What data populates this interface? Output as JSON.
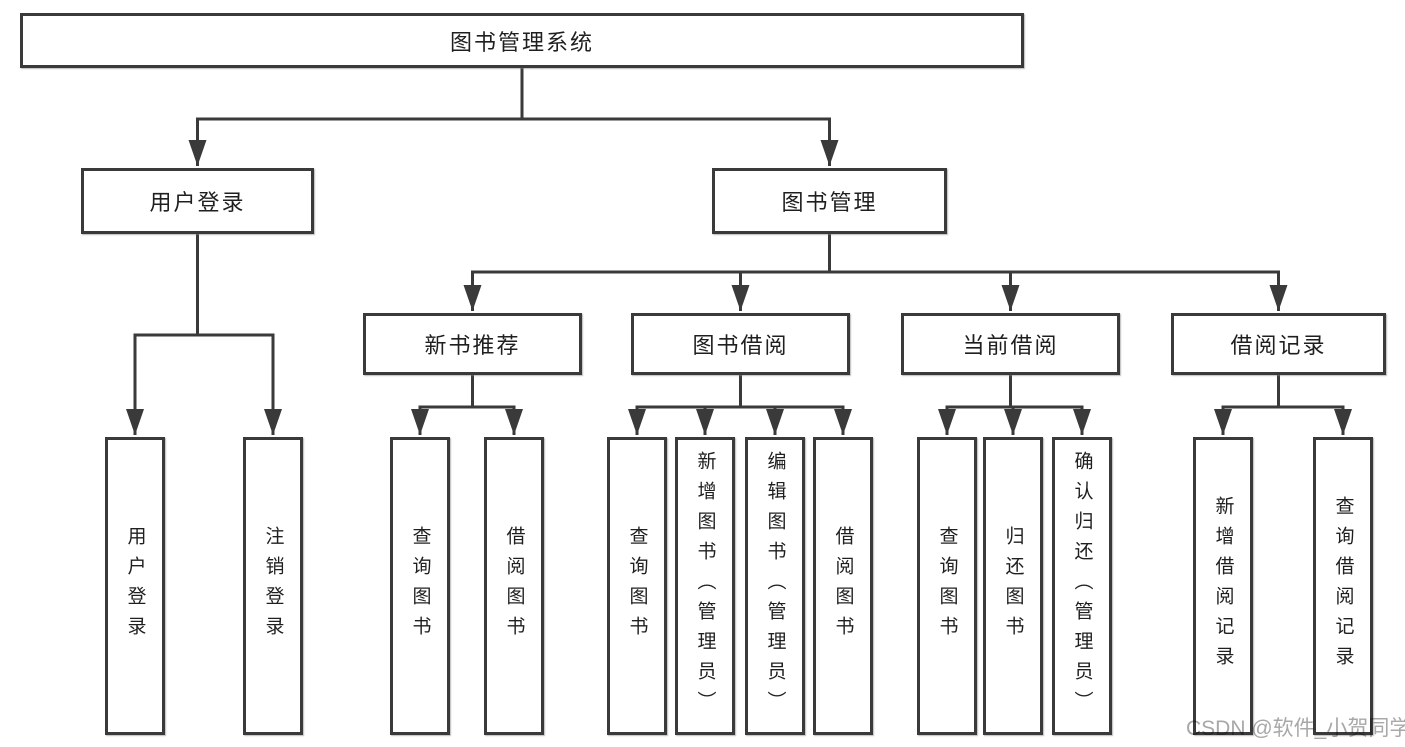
{
  "diagram": {
    "root": {
      "label": "图书管理系统"
    },
    "branches": [
      {
        "label": "用户登录",
        "children": [
          {
            "label": "用户登录"
          },
          {
            "label": "注销登录"
          }
        ]
      },
      {
        "label": "图书管理",
        "groups": [
          {
            "label": "新书推荐",
            "children": [
              {
                "label": "查询图书"
              },
              {
                "label": "借阅图书"
              }
            ]
          },
          {
            "label": "图书借阅",
            "children": [
              {
                "label": "查询图书"
              },
              {
                "label": "新增图书（管理员）"
              },
              {
                "label": "编辑图书（管理员）"
              },
              {
                "label": "借阅图书"
              }
            ]
          },
          {
            "label": "当前借阅",
            "children": [
              {
                "label": "查询图书"
              },
              {
                "label": "归还图书"
              },
              {
                "label": "确认归还（管理员）"
              }
            ]
          },
          {
            "label": "借阅记录",
            "children": [
              {
                "label": "新增借阅记录"
              },
              {
                "label": "查询借阅记录"
              }
            ]
          }
        ]
      }
    ]
  },
  "watermark": {
    "text": "CSDN @软件_小贺同学"
  },
  "colors": {
    "line": "#3a3a3a",
    "text": "#1f1f1f",
    "watermark": "#a8a8a8",
    "background": "#ffffff"
  }
}
